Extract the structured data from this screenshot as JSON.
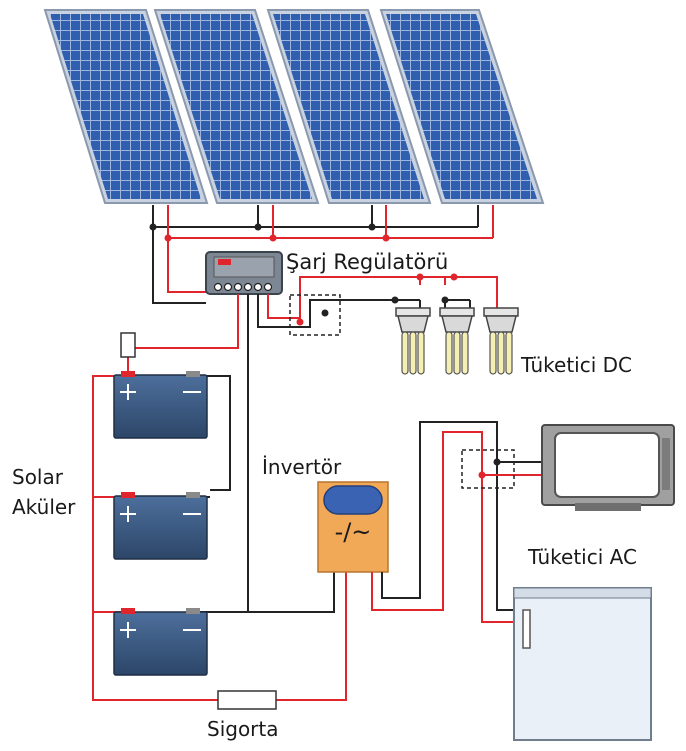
{
  "labels": {
    "charge_regulator": "Şarj Regülatörü",
    "dc_consumer": "Tüketici DC",
    "inverter": "İnvertör",
    "ac_consumer": "Tüketici AC",
    "solar_batteries_line1": "Solar",
    "solar_batteries_line2": "Aküler",
    "fuse": "Sigorta",
    "inverter_symbol": "-/~"
  },
  "components": {
    "solar_panels": 4,
    "batteries": 3,
    "dc_lamps": 3
  },
  "colors": {
    "panel_blue": "#2f5fae",
    "panel_frame": "#b9c6d8",
    "wire_red": "#e0262c",
    "wire_black": "#222222",
    "battery_body": "#3a5a86",
    "inverter_body": "#f2a957",
    "fridge_body": "#e9f0f7",
    "lamp_tube": "#f5efb3"
  },
  "icons": {
    "battery_positive": "plus-sign",
    "battery_negative": "minus-sign"
  }
}
